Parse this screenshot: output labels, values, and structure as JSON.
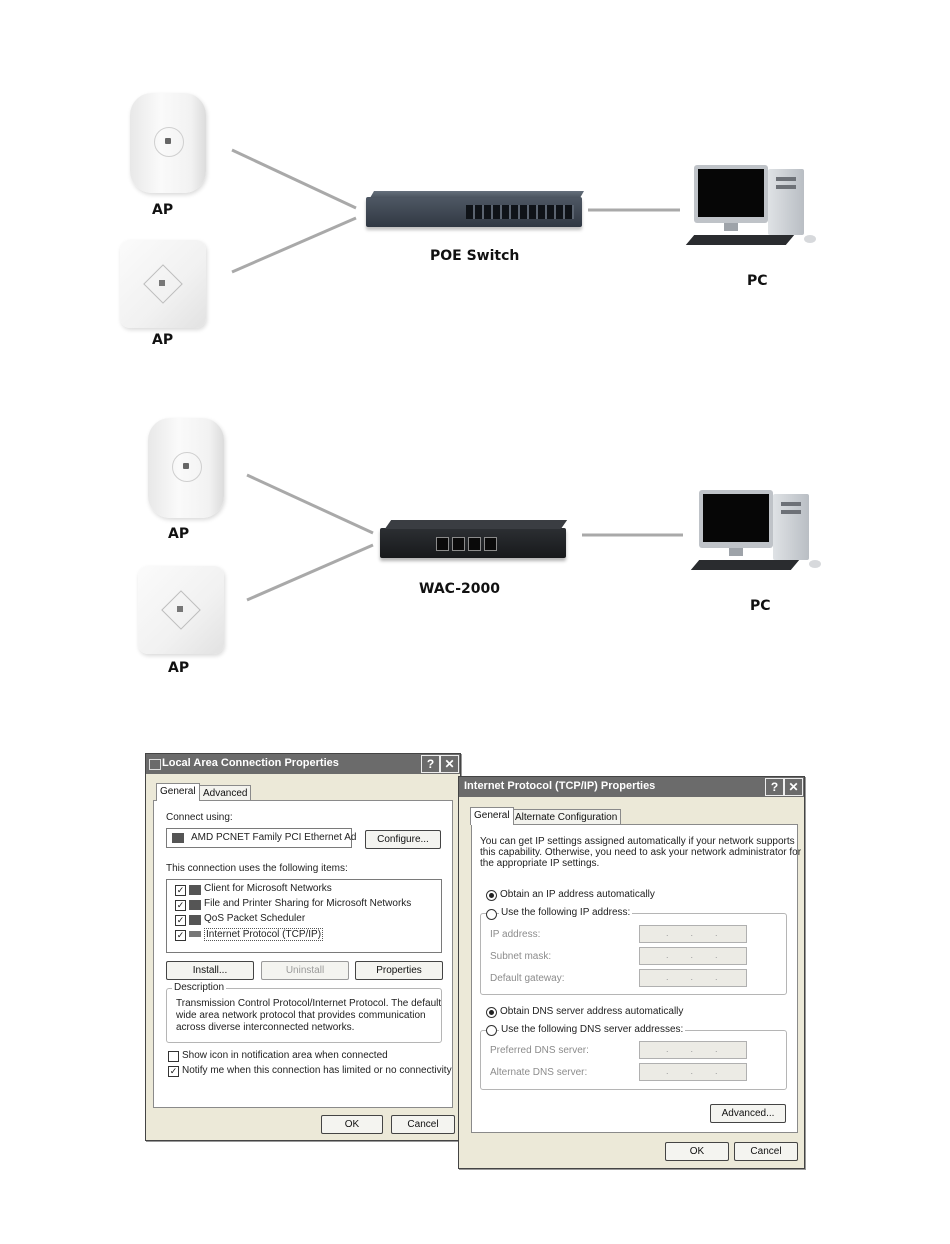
{
  "diagram1": {
    "ap_top_label": "AP",
    "ap_bottom_label": "AP",
    "switch_label": "POE Switch",
    "pc_label": "PC"
  },
  "diagram2": {
    "ap_top_label": "AP",
    "ap_bottom_label": "AP",
    "controller_label": "WAC-2000",
    "pc_label": "PC"
  },
  "lan_dialog": {
    "title": "Local Area Connection Properties",
    "help_btn": "?",
    "close_btn": "✕",
    "tabs": [
      "General",
      "Advanced"
    ],
    "connect_using_label": "Connect using:",
    "adapter_name": "AMD PCNET Family PCI Ethernet Ad",
    "configure_btn": "Configure...",
    "items_label": "This connection uses the following items:",
    "items": [
      "Client for Microsoft Networks",
      "File and Printer Sharing for Microsoft Networks",
      "QoS Packet Scheduler",
      "Internet Protocol (TCP/IP)"
    ],
    "install_btn": "Install...",
    "uninstall_btn": "Uninstall",
    "properties_btn": "Properties",
    "description_title": "Description",
    "description_lines": [
      "Transmission Control Protocol/Internet Protocol. The default",
      "wide area network protocol that provides communication",
      "across diverse interconnected networks."
    ],
    "show_icon_label": "Show icon in notification area when connected",
    "notify_label": "Notify me when this connection has limited or no connectivity",
    "ok_btn": "OK",
    "cancel_btn": "Cancel"
  },
  "tcpip_dialog": {
    "title": "Internet Protocol (TCP/IP) Properties",
    "help_btn": "?",
    "close_btn": "✕",
    "tabs": [
      "General",
      "Alternate Configuration"
    ],
    "intro_lines": [
      "You can get IP settings assigned automatically if your network supports",
      "this capability. Otherwise, you need to ask your network administrator for",
      "the appropriate IP settings."
    ],
    "obtain_ip_auto": "Obtain an IP address automatically",
    "use_following_ip": "Use the following IP address:",
    "ip_address_label": "IP address:",
    "subnet_mask_label": "Subnet mask:",
    "default_gateway_label": "Default gateway:",
    "obtain_dns_auto": "Obtain DNS server address automatically",
    "use_following_dns": "Use the following DNS server addresses:",
    "preferred_dns_label": "Preferred DNS server:",
    "alternate_dns_label": "Alternate DNS server:",
    "ip_dots": "...",
    "advanced_btn": "Advanced...",
    "ok_btn": "OK",
    "cancel_btn": "Cancel"
  }
}
